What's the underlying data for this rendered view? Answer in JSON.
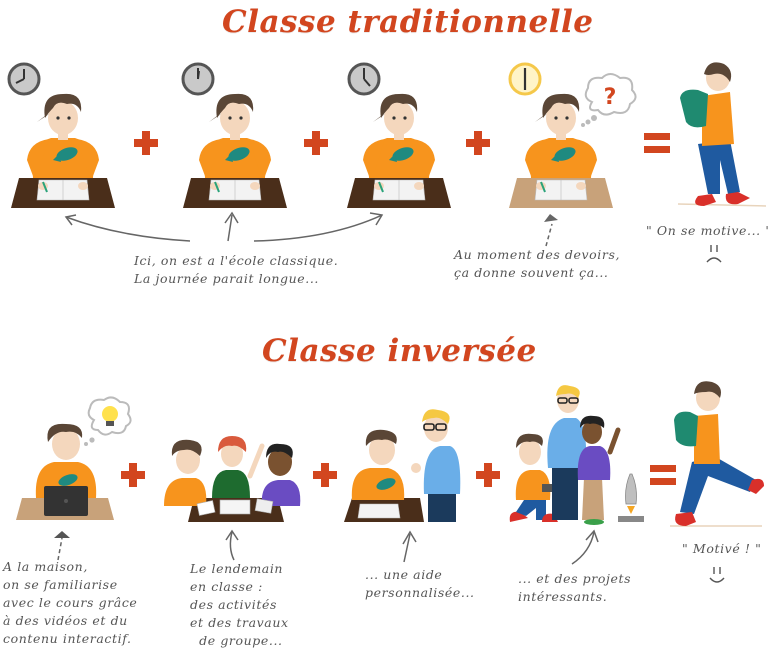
{
  "traditional": {
    "title": "Classe traditionnelle",
    "notes": {
      "school_day": "Ici, on est a l'école classique.\nLa journée parait longue...",
      "homework": "Au moment des devoirs,\nça donne souvent ça...",
      "result": "\" On se motive... \"",
      "result_face": "sad"
    },
    "clocks": [
      "9:00 dark",
      "12:00 dark",
      "17:00 dark",
      "18:00 yellow night"
    ],
    "operators": [
      "+",
      "+",
      "+",
      "="
    ]
  },
  "flipped": {
    "title": "Classe inversée",
    "notes": {
      "home": "A la maison,\non se familiarise\navec le cours grâce\nà des vidéos et du\ncontenu interactif.",
      "next_day": "Le lendemain\nen classe :\ndes activités\net des travaux\n  de groupe...",
      "help": "... une aide\npersonnalisée...",
      "projects": "... et des projets\nintéressants.",
      "result": "\" Motivé ! \"",
      "result_face": "happy"
    },
    "operators": [
      "+",
      "+",
      "+",
      "="
    ]
  },
  "colors": {
    "accent": "#d2461f",
    "shirt": "#f7941d",
    "desk_dark": "#4a2e1a",
    "desk_light": "#c8a27a",
    "jeans": "#1f5aa0",
    "backpack": "#1f8a70",
    "shoes": "#d9302a",
    "note_text": "#555555"
  }
}
